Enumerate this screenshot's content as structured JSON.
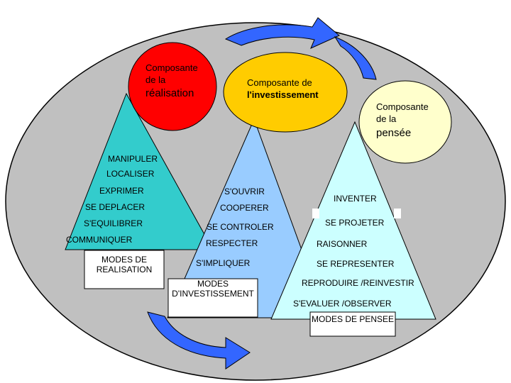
{
  "colors": {
    "background_ellipse": "#c0c0c0",
    "arrow": "#3366ff",
    "realisation_circle": "#ff0000",
    "investissement_circle": "#ffcc00",
    "pensee_circle": "#ffffcc",
    "realisation_triangle": "#33cccc",
    "investissement_triangle": "#99ccff",
    "pensee_triangle": "#ccffff",
    "outline": "#000000"
  },
  "components": {
    "realisation": {
      "line1": "Composante",
      "line2": "de la",
      "line3": "réalisation"
    },
    "investissement": {
      "line1": "Composante de",
      "line2": "l'investissement"
    },
    "pensee": {
      "line1": "Composante",
      "line2": "de la",
      "line3": "pensée"
    }
  },
  "realisation_items": [
    "MANIPULER",
    "LOCALISER",
    "EXPRIMER",
    "SE DEPLACER",
    "S'EQUILIBRER",
    "COMMUNIQUER"
  ],
  "realisation_box": "MODES DE REALISATION",
  "investissement_items": [
    "S'OUVRIR",
    "COOPERER",
    "SE CONTROLER",
    "RESPECTER",
    "S'IMPLIQUER"
  ],
  "investissement_box": "MODES D'INVESTISSEMENT",
  "pensee_items": [
    "INVENTER",
    "SE PROJETER",
    "RAISONNER",
    "SE REPRESENTER",
    "REPRODUIRE /REINVESTIR",
    "S'EVALUER /OBSERVER"
  ],
  "pensee_box": "MODES DE PENSEE"
}
